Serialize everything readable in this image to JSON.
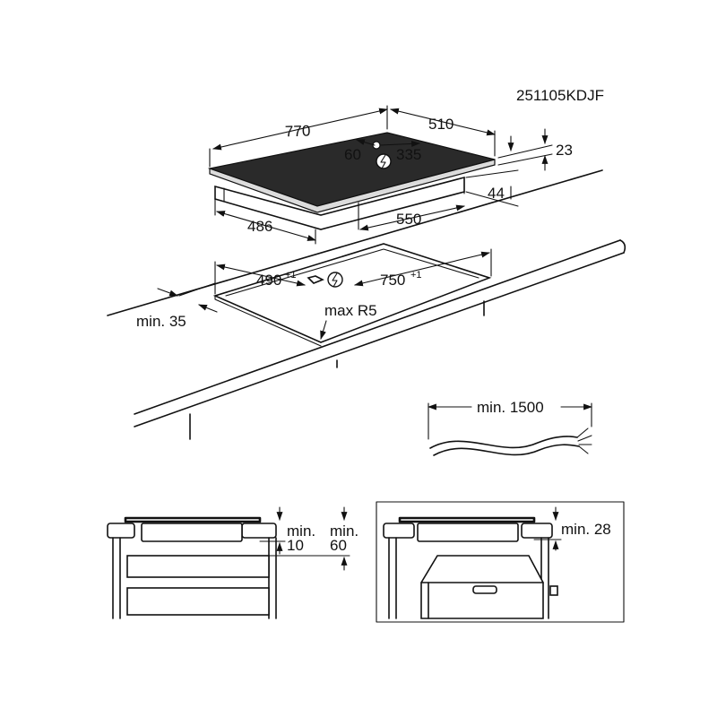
{
  "document_code": "251105KDJF",
  "hob": {
    "width": "770",
    "depth": "510",
    "thickness_total": "23",
    "body_height": "44",
    "body_width": "550",
    "body_depth": "486",
    "cable_left": "60",
    "cable_right": "335"
  },
  "cutout": {
    "depth": "490",
    "depth_tolerance": "+1",
    "width": "750",
    "width_tolerance": "+1",
    "radius": "max R5",
    "edge_distance": "min. 35"
  },
  "cable": {
    "length": "min. 1500"
  },
  "section_left": {
    "gap_top_line1": "min.",
    "gap_top_line2": "10",
    "gap_bottom_line1": "min.",
    "gap_bottom_line2": "60"
  },
  "section_right": {
    "gap": "min. 28"
  },
  "icons": [
    "power-symbol-icon"
  ]
}
